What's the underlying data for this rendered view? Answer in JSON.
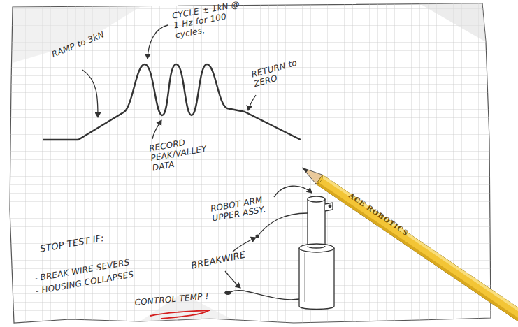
{
  "diagram": {
    "labels": [
      "RAMP to 3kN",
      "CYCLE ± 1kN @ 1 Hz for 100 cycles.",
      "RETURN to ZERO",
      "RECORD PEAK/VALLEY DATA",
      "ROBOT ARM UPPER ASSY.",
      "STOP TEST IF:",
      "- BREAK WIRE SEVERS",
      "- HOUSING COLLAPSES",
      "BREAKWIRE",
      "CONTROL TEMP !",
      "ACE ROBOTICS"
    ]
  }
}
